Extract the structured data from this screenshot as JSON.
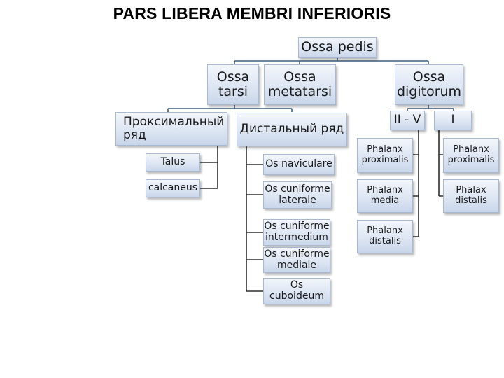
{
  "title": "PARS LIBERA MEMBRI INFERIORIS",
  "diagram": {
    "root": "Ossa pedis",
    "ossa_tarsi": "Ossa tarsi",
    "ossa_metatarsi": "Ossa metatarsi",
    "ossa_digitorum": "Ossa digitorum",
    "proximal_row": "Проксимальный ряд",
    "distal_row": "Дистальный ряд",
    "talus": "Talus",
    "calcaneus": "calcaneus",
    "os_naviculare": "Os naviculare",
    "os_cuniforme_laterale": "Os cuniforme laterale",
    "os_cuniforme_intermedium": "Os cuniforme intermedium",
    "os_cuniforme_mediale": "Os cuniforme mediale",
    "os_cuboideum": "Os cuboideum",
    "toes_2_5": "II - V",
    "toe_1": "I",
    "phalanx_proximalis_2_5": "Phalanx proximalis",
    "phalanx_media_2_5": "Phalanx media",
    "phalanx_distalis_2_5": "Phalanx distalis",
    "phalanx_proximalis_1": "Phalanx proximalis",
    "phalax_distalis_1": "Phalax distalis"
  },
  "colors": {
    "box_border": "#a7b9d4",
    "box_fill_top": "#f3f6fb",
    "box_fill_bottom": "#c9d6ea",
    "connector_primary": "#3f5f80",
    "connector_secondary": "#2f2f2f"
  }
}
